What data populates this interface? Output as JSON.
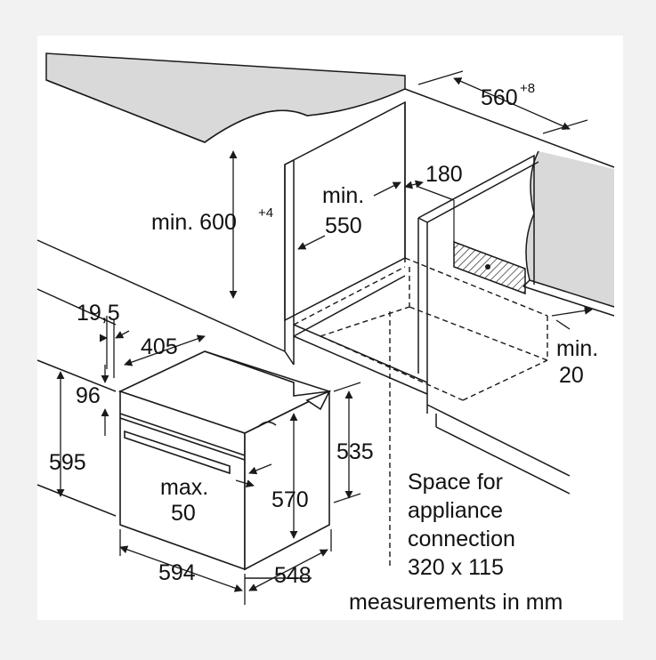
{
  "colors": {
    "background": "#f2f2f2",
    "panel": "#ffffff",
    "worktop": "#d9d9d9",
    "line": "#1a1a1a"
  },
  "labels": {
    "min600": "min. 600",
    "min600_sup": "+4",
    "min550_a": "min.",
    "min550_b": "550",
    "w180": "180",
    "w560": "560",
    "w560_sup": "+8",
    "min20_a": "min.",
    "min20_b": "20",
    "d19_5": "19,5",
    "d405": "405",
    "d96": "96",
    "d595": "595",
    "d535": "535",
    "d570": "570",
    "max50_a": "max.",
    "max50_b": "50",
    "d594": "594",
    "d548": "548",
    "space_1": "Space for",
    "space_2": "appliance",
    "space_3": "connection",
    "space_4": "320 x 115",
    "measurements": "measurements in mm"
  }
}
